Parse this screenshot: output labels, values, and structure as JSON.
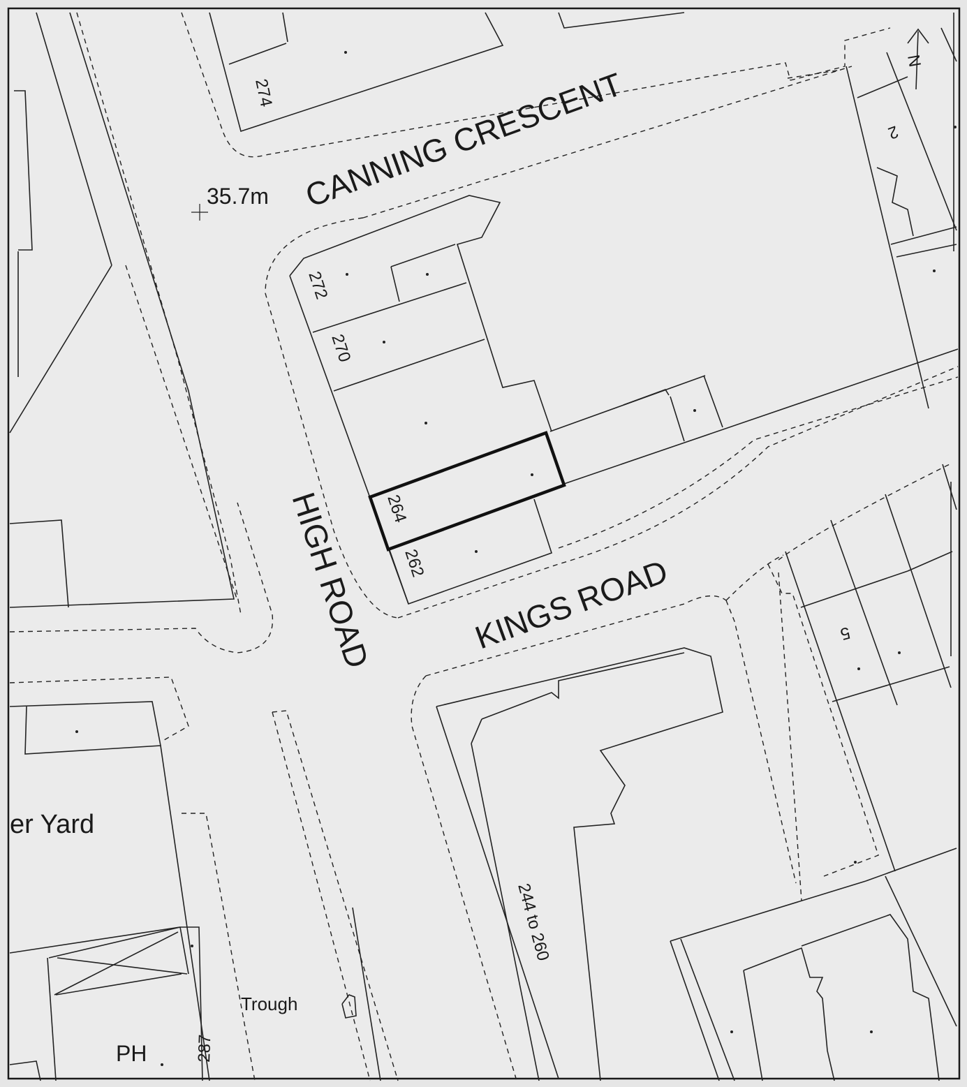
{
  "streets": {
    "canning": "CANNING CRESCENT",
    "high": "HIGH ROAD",
    "kings": "KINGS ROAD"
  },
  "spot_height": "35.7m",
  "house_numbers": {
    "n274": "274",
    "n272": "272",
    "n270": "270",
    "n264": "264",
    "n262": "262",
    "n2": "2",
    "n5": "5",
    "n244_260": "244 to 260",
    "n287": "287"
  },
  "labels": {
    "yard": "er Yard",
    "trough": "Trough",
    "ph": "PH"
  },
  "north_arrow": "N"
}
